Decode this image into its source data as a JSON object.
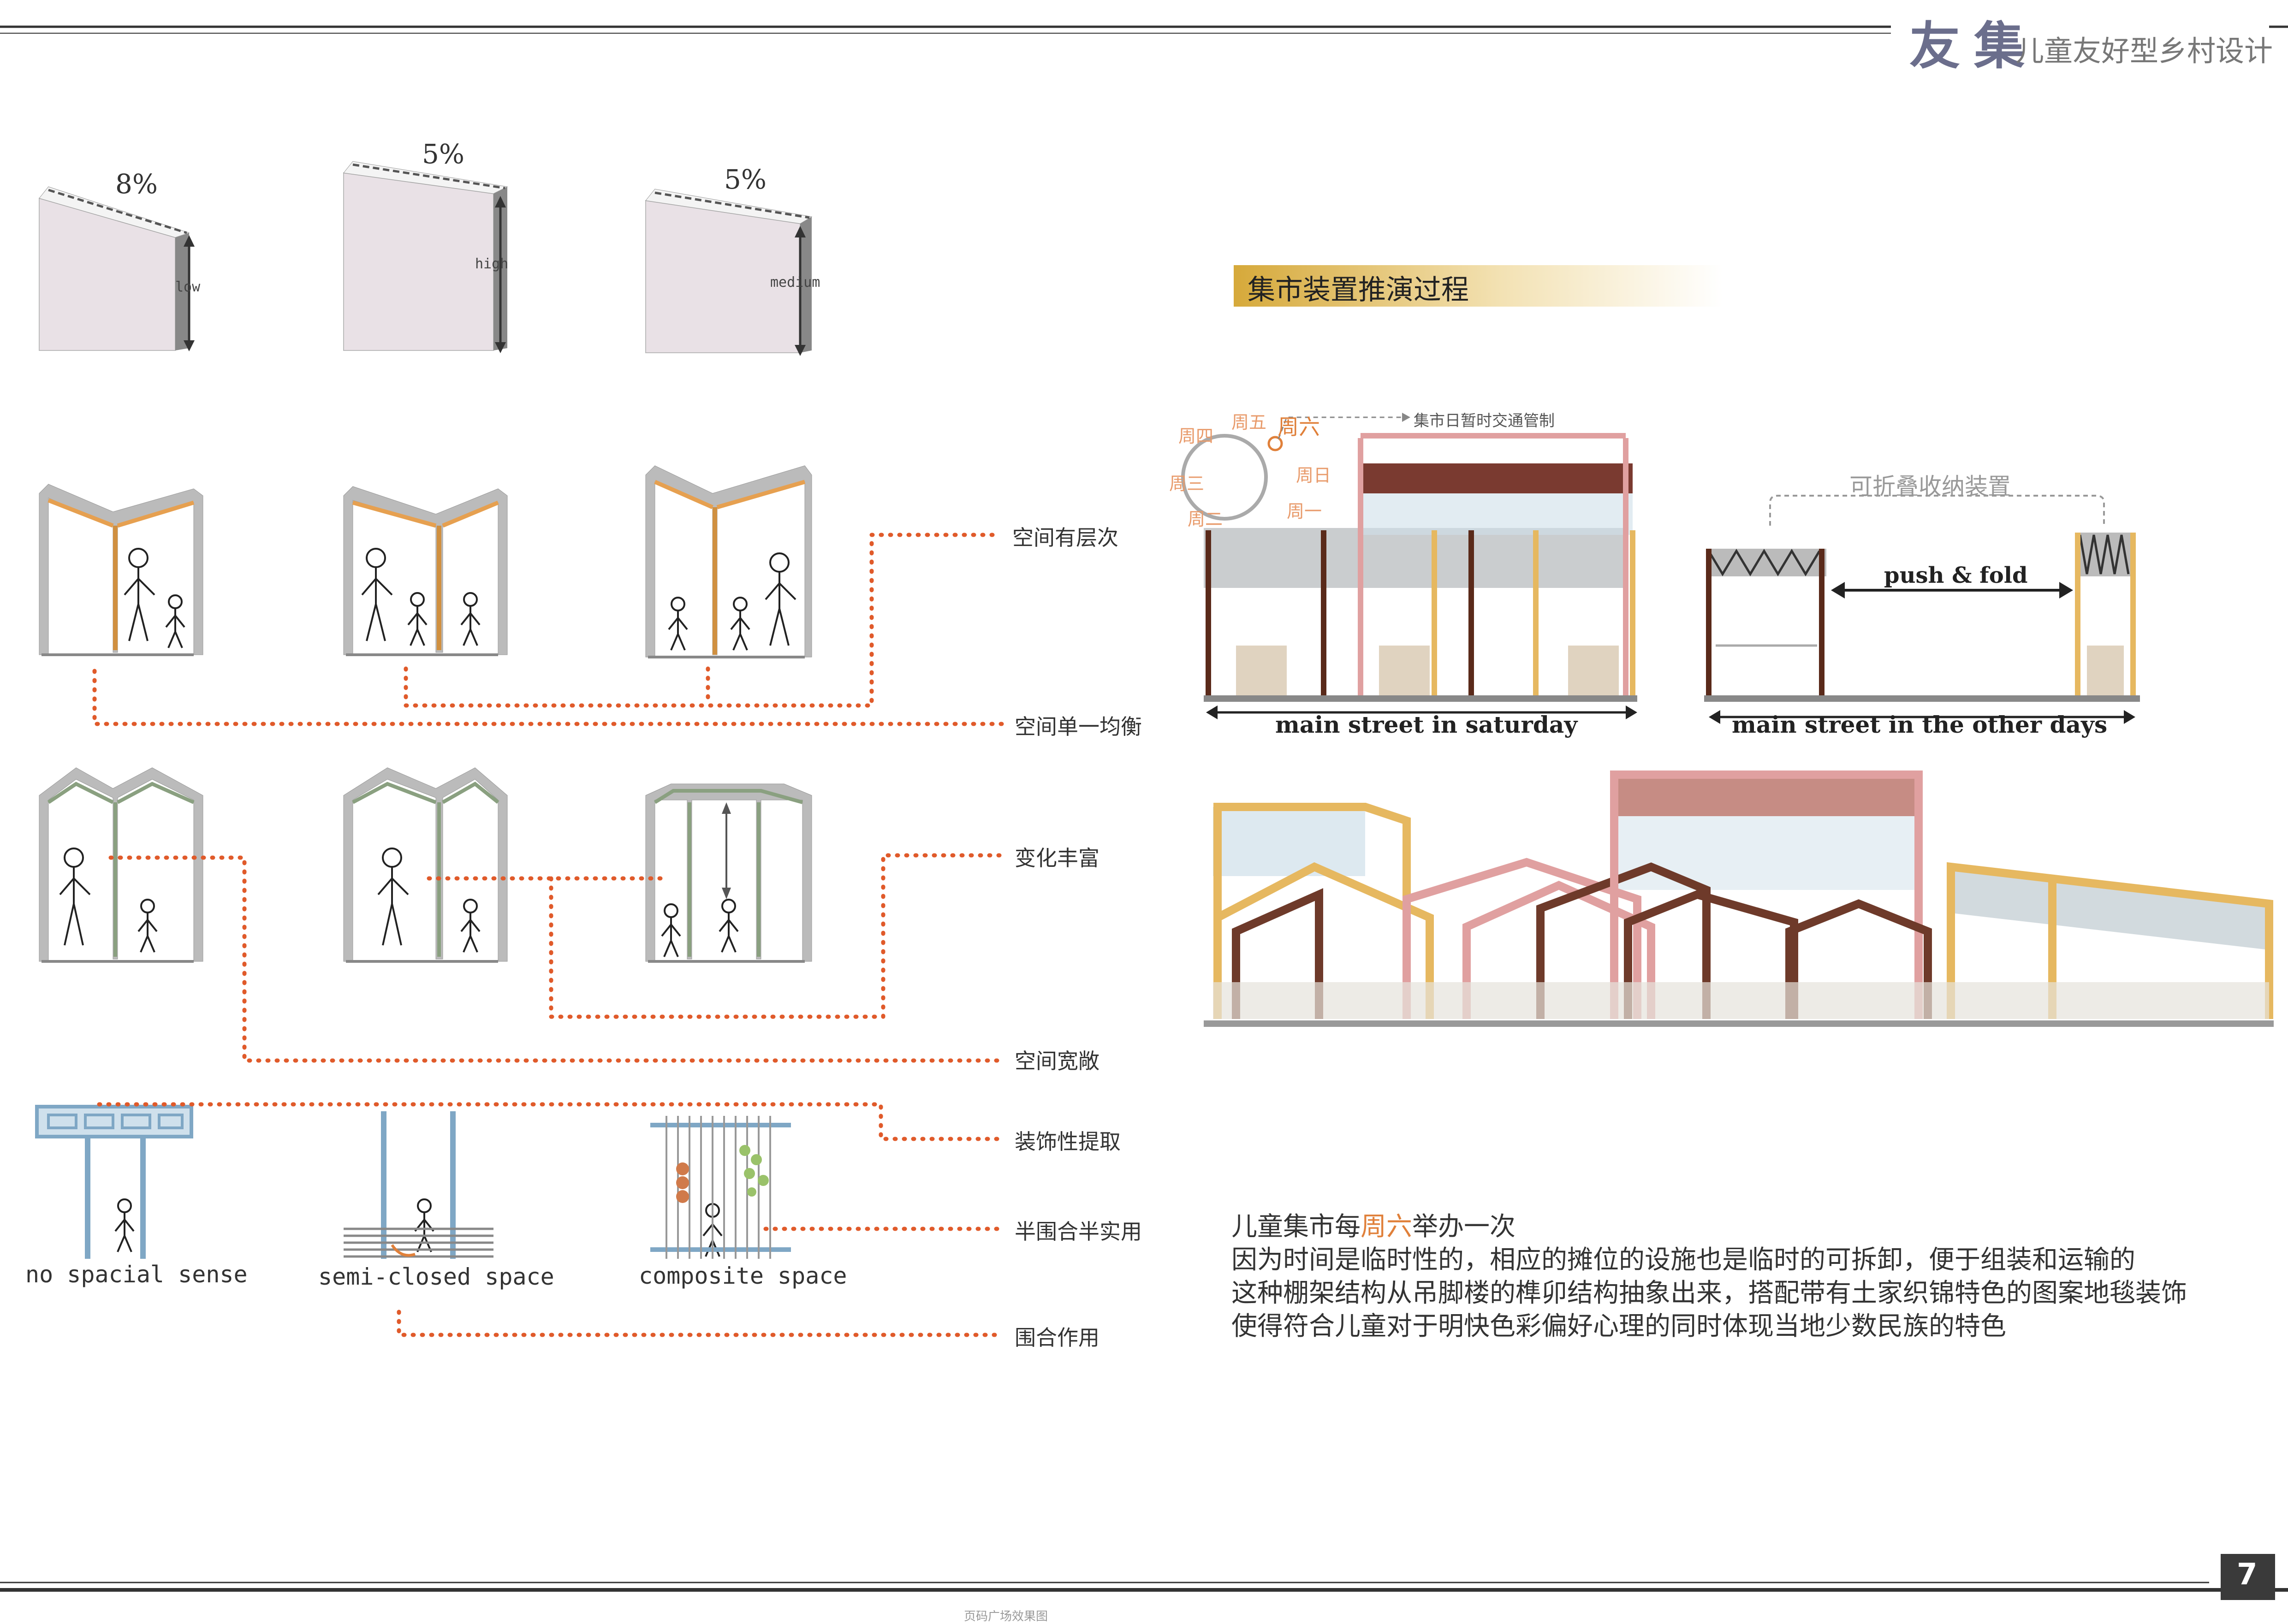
{
  "header": {
    "brand": "友集",
    "subtitle": "儿童友好型乡村设计"
  },
  "slopes": [
    {
      "percent": "8%",
      "height_label": "low"
    },
    {
      "percent": "5%",
      "height_label": "high"
    },
    {
      "percent": "5%",
      "height_label": "medium"
    }
  ],
  "right_labels": {
    "layered": "空间有层次",
    "single": "空间单一均衡",
    "varied": "变化丰富",
    "open": "空间宽敞",
    "decor": "装饰性提取",
    "semi": "半围合半实用",
    "enclose": "围合作用"
  },
  "space_captions": {
    "none": "no spacial sense",
    "semi": "semi-closed space",
    "composite": "composite space"
  },
  "section": {
    "title": "集市装置推演过程"
  },
  "week": {
    "mon": "周一",
    "tue": "周二",
    "wed": "周三",
    "thu": "周四",
    "fri": "周五",
    "sat": "周六",
    "sun": "周日",
    "note": "集市日暂时交通管制"
  },
  "fold": {
    "label": "可折叠收纳装置",
    "push": "push & fold"
  },
  "streets": {
    "saturday": "main street in saturday",
    "other": "main street in the other days"
  },
  "description": {
    "line1_a": "儿童集市每",
    "line1_em": "周六",
    "line1_b": "举办一次",
    "line2": "因为时间是临时性的，相应的摊位的设施也是临时的可拆卸，便于组装和运输的",
    "line3": "这种棚架结构从吊脚楼的榫卯结构抽象出来，搭配带有土家织锦特色的图案地毯装饰",
    "line4": "使得符合儿童对于明快色彩偏好心理的同时体现当地少数民族的特色"
  },
  "page": {
    "number": "7",
    "footer": "页码广场效果图"
  },
  "colors": {
    "accent_orange": "#e0803a",
    "dot_orange": "#e05a2a",
    "brand": "#6b6e8c",
    "frame_brown": "#6e3a2a",
    "frame_pink": "#e0a0a0",
    "frame_yellow": "#e6b860"
  }
}
